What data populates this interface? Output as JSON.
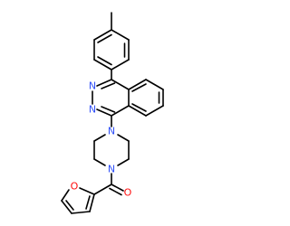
{
  "structure": {
    "atoms": [
      {
        "symbol": "N",
        "color": "#3050F8"
      },
      {
        "symbol": "N",
        "color": "#3050F8"
      },
      {
        "symbol": "N",
        "color": "#3050F8"
      },
      {
        "symbol": "N",
        "color": "#3050F8"
      },
      {
        "symbol": "O",
        "color": "#FF0D0D"
      },
      {
        "symbol": "O",
        "color": "#FF0D0D"
      }
    ]
  },
  "colors": {
    "bond": "#000000",
    "nitrogen": "#3050F8",
    "oxygen": "#FF0D0D",
    "background": "#FFFFFF"
  }
}
